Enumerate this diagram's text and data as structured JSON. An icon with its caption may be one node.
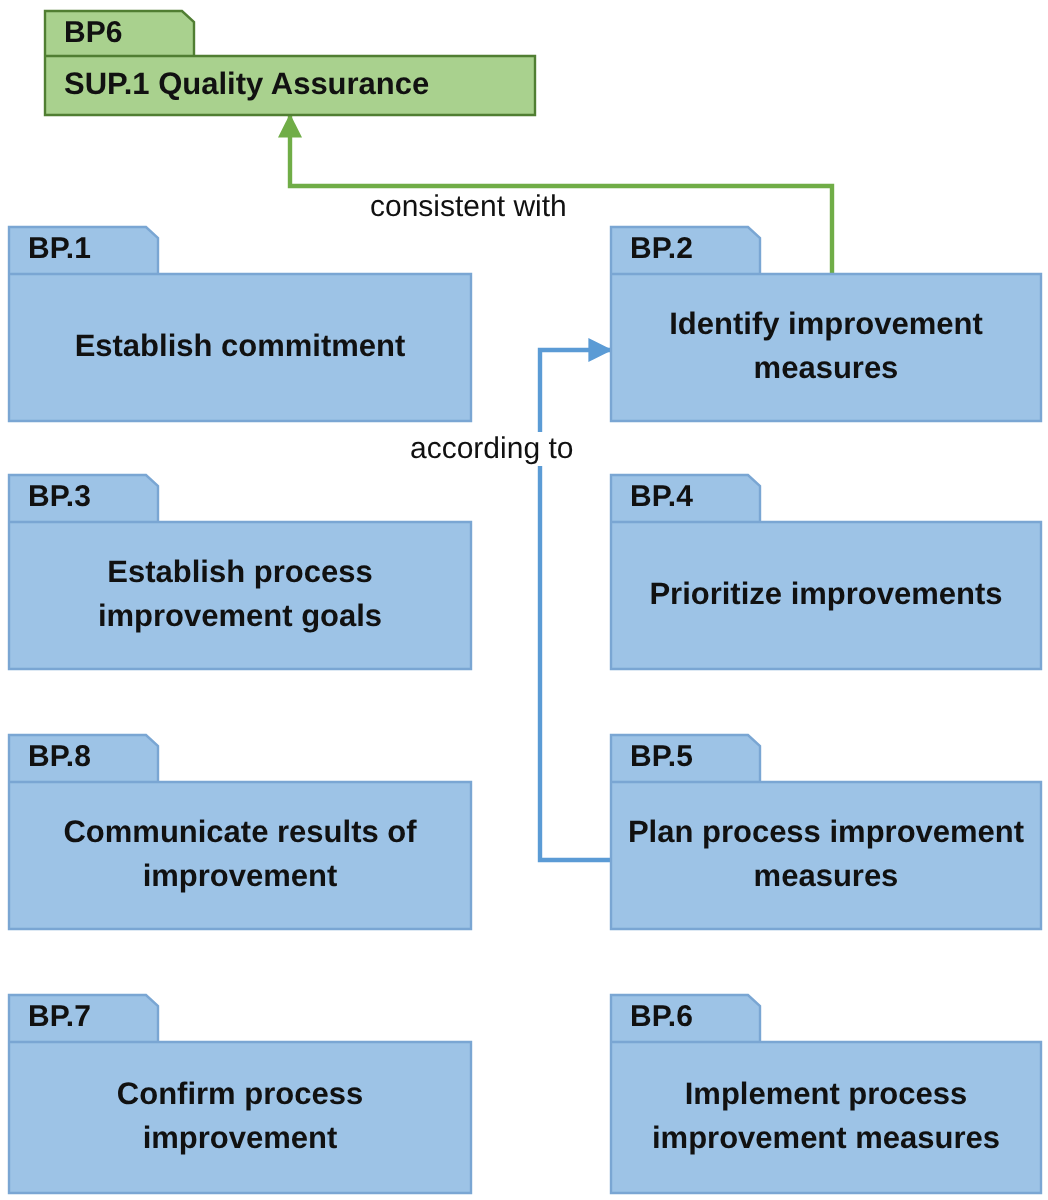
{
  "diagram": {
    "nodes": [
      {
        "text": [
          "BP6",
          "SUP.1 Quality Assurance"
        ]
      },
      {
        "text": [
          "BP.1",
          "Establish commitment"
        ]
      },
      {
        "text": [
          "BP.2",
          "Identify improvement measures"
        ]
      },
      {
        "text": [
          "BP.3",
          "Establish process improvement goals"
        ]
      },
      {
        "text": [
          "BP.4",
          "Prioritize improvements"
        ]
      },
      {
        "text": [
          "BP.8",
          "Communicate results of improvement"
        ]
      },
      {
        "text": [
          "BP.5",
          "Plan process improvement measures"
        ]
      },
      {
        "text": [
          "BP.7",
          "Confirm process improvement"
        ]
      },
      {
        "text": [
          "BP.6",
          "Implement process improvement measures"
        ]
      }
    ],
    "edges": [
      {
        "from": 2,
        "to": 0,
        "arrow": "to",
        "label": "consistent with",
        "color": "#70ad47"
      },
      {
        "from": 6,
        "to": 2,
        "arrow": "to",
        "label": "according to",
        "color": "#5b9bd5"
      }
    ]
  }
}
